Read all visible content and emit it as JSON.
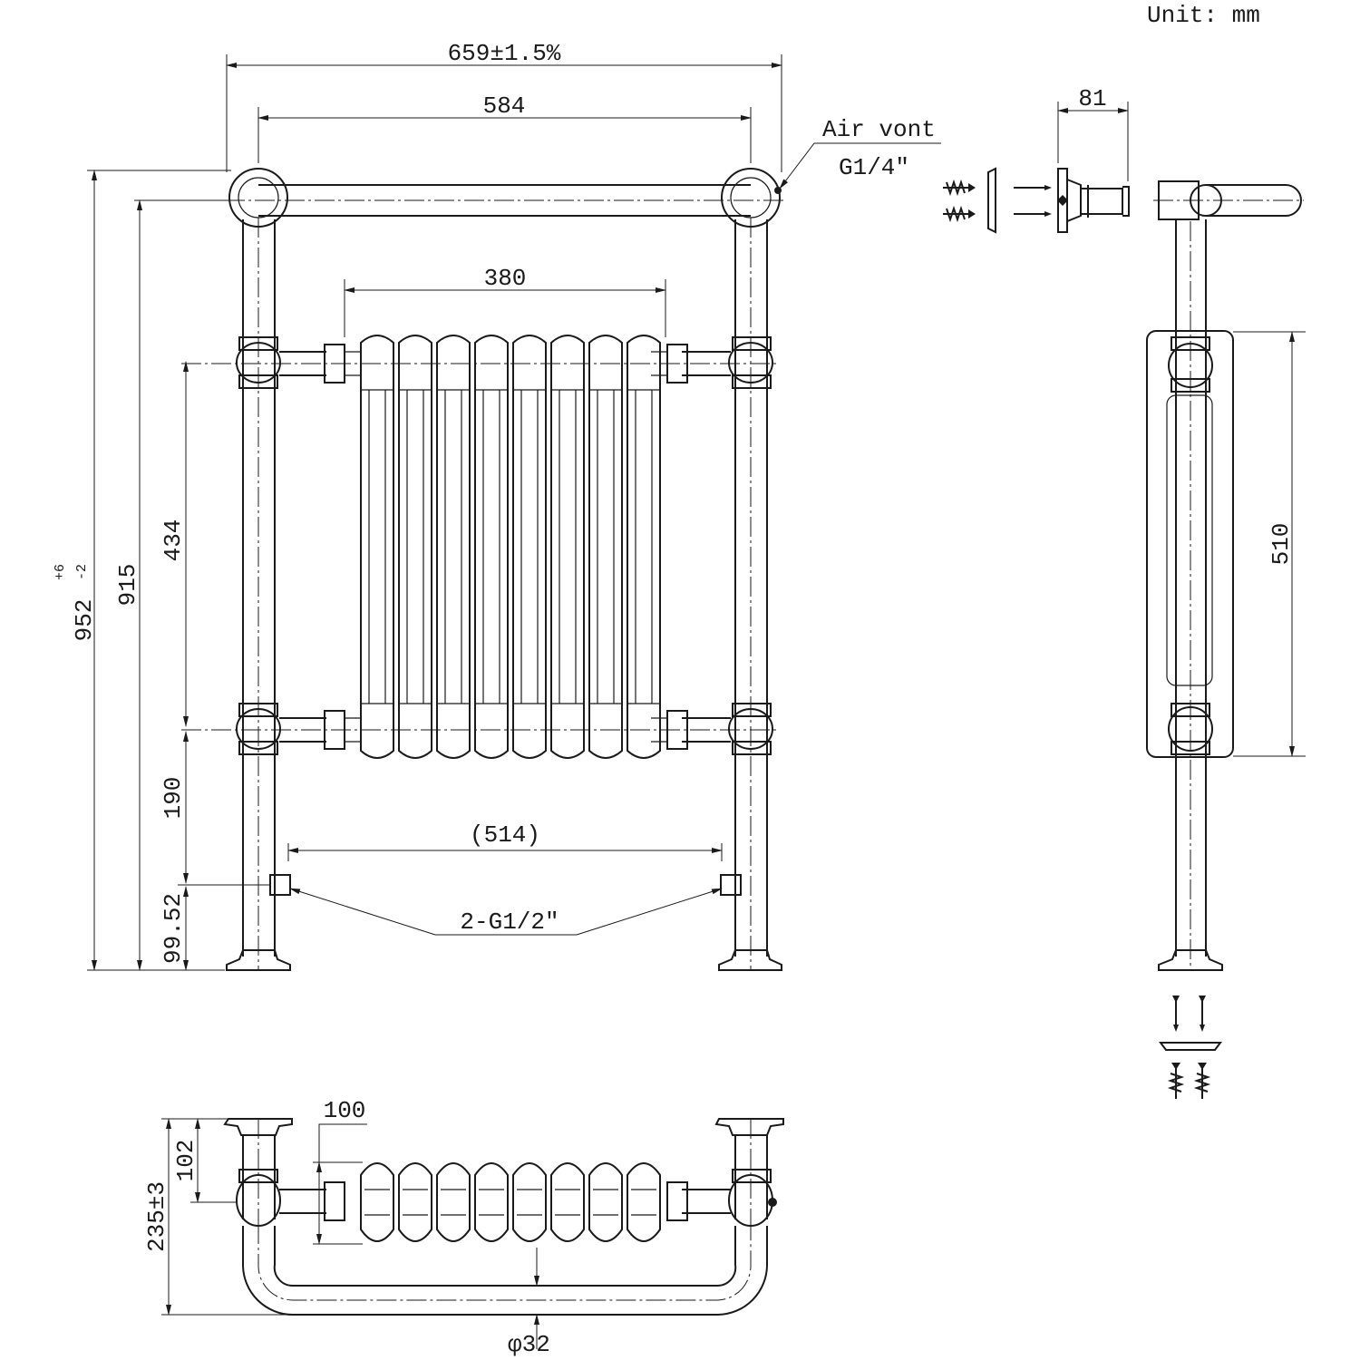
{
  "unit": "Unit: mm",
  "front_view": {
    "overall_width": "659±1.5%",
    "rail_centres": "584",
    "radiator_width": "380",
    "inlet_centres": "(514)",
    "overall_height": "952",
    "overall_height_tol_upper": "+6",
    "overall_height_tol_lower": "-2",
    "top_rail_height": "915",
    "radiator_height": "434",
    "bottom_manifold_height": "190",
    "inlet_height": "99.52",
    "air_vent": "Air vont",
    "air_vent_thread": "G1/4″",
    "inlet_thread": "2-G1/2″"
  },
  "bracket_view": {
    "projection": "81"
  },
  "side_view": {
    "manifold_centres": "510"
  },
  "top_view": {
    "depth": "235±3",
    "wall_to_centre": "102",
    "section_depth": "100",
    "tube_diameter": "φ32"
  }
}
